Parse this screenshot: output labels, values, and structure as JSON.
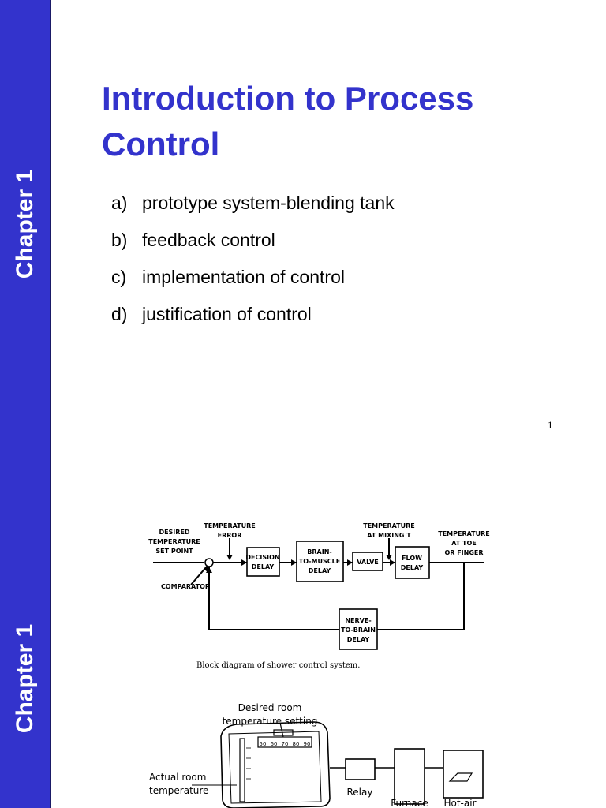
{
  "slide1": {
    "sidebar_label": "Chapter 1",
    "title_line1": "Introduction to Process",
    "title_line2": "Control",
    "bullets": [
      {
        "marker": "a)",
        "text": "prototype system-blending tank"
      },
      {
        "marker": "b)",
        "text": "feedback control"
      },
      {
        "marker": "c)",
        "text": "implementation of control"
      },
      {
        "marker": "d)",
        "text": "justification of control"
      }
    ],
    "page_number": "1"
  },
  "slide2": {
    "sidebar_label": "Chapter 1",
    "shower_diagram": {
      "set_point_lines": [
        "DESIRED",
        "TEMPERATURE",
        "SET POINT"
      ],
      "error_lines": [
        "TEMPERATURE",
        "ERROR"
      ],
      "comparator": "COMPARATOR",
      "mixing_lines": [
        "TEMPERATURE",
        "AT MIXING T"
      ],
      "toe_lines": [
        "TEMPERATURE",
        "AT TOE",
        "OR FINGER"
      ],
      "decision_lines": [
        "DECISION",
        "DELAY"
      ],
      "muscle_lines": [
        "BRAIN-",
        "TO-MUSCLE",
        "DELAY"
      ],
      "valve": "VALVE",
      "flow_lines": [
        "FLOW",
        "DELAY"
      ],
      "nerve_lines": [
        "NERVE-",
        "TO-BRAIN",
        "DELAY"
      ],
      "caption": "Block diagram of shower control system."
    },
    "thermostat_diagram": {
      "setting_lines": [
        "Desired room",
        "temperature setting"
      ],
      "actual_lines": [
        "Actual room",
        "temperature"
      ],
      "relay": "Relay",
      "furnace": "Furnace",
      "hot_air": "Hot-air",
      "dial_ticks": [
        "50",
        "60",
        "70",
        "80",
        "90"
      ]
    }
  }
}
